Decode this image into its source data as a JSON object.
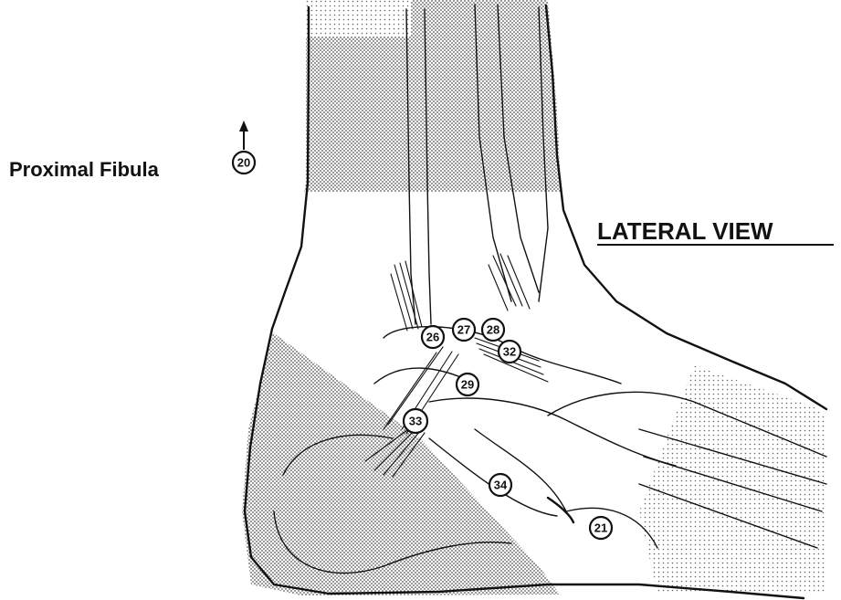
{
  "title": "LATERAL VIEW",
  "side_label": "Proximal Fibula",
  "markers": [
    {
      "id": "20",
      "text": "20"
    },
    {
      "id": "26",
      "text": "26"
    },
    {
      "id": "27",
      "text": "27"
    },
    {
      "id": "28",
      "text": "28"
    },
    {
      "id": "29",
      "text": "29"
    },
    {
      "id": "32",
      "text": "32"
    },
    {
      "id": "33",
      "text": "33"
    },
    {
      "id": "34",
      "text": "34"
    },
    {
      "id": "21",
      "text": "21"
    }
  ],
  "colors": {
    "ink": "#111111",
    "paper": "#ffffff",
    "stipple": "#9a9a9a"
  }
}
